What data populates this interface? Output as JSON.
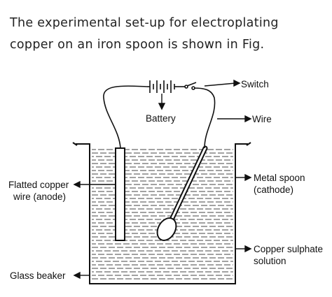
{
  "caption": {
    "line1": "The experimental set-up for electroplating",
    "line2": "copper on an iron spoon is shown in Fig."
  },
  "labels": {
    "switch": "Switch",
    "battery": "Battery",
    "wire": "Wire",
    "anode_line1": "Flatted copper",
    "anode_line2": "wire (anode)",
    "spoon_line1": "Metal spoon",
    "spoon_line2": "(cathode)",
    "solution_line1": "Copper sulphate",
    "solution_line2": "solution",
    "beaker": "Glass beaker"
  }
}
